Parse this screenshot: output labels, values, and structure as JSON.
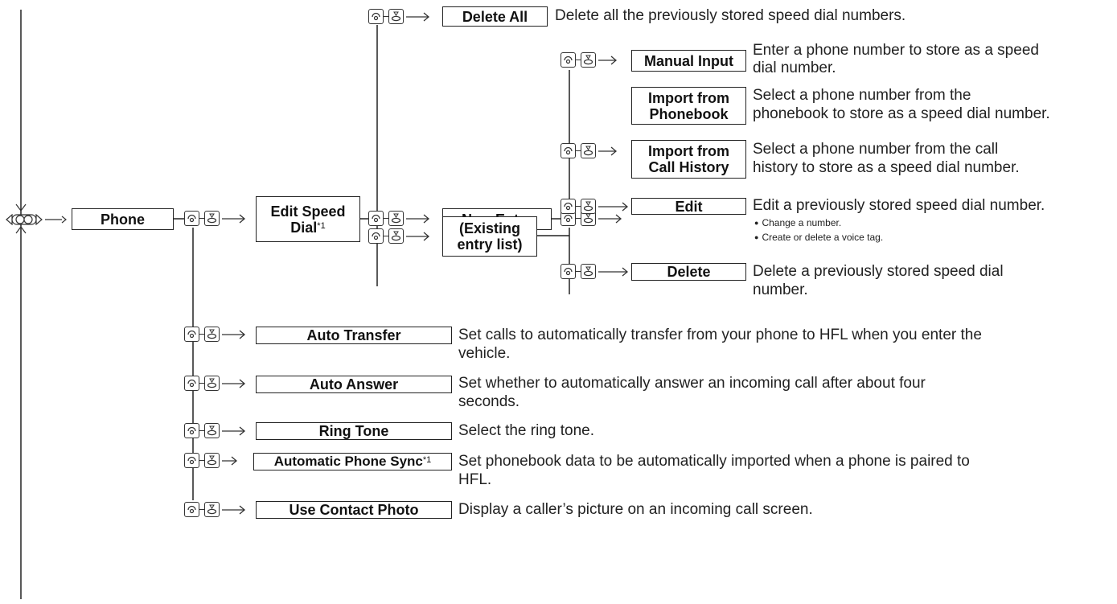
{
  "root": {
    "label": "Phone"
  },
  "edit_speed_dial": {
    "label": "Edit Speed Dial",
    "note": "*1"
  },
  "delete_all": {
    "label": "Delete All",
    "desc": "Delete all the previously stored speed dial numbers."
  },
  "new_entry": {
    "label": "New Entry"
  },
  "manual_input": {
    "label": "Manual Input",
    "desc_1": "Enter a phone number to store as a speed",
    "desc_2": "dial number."
  },
  "import_phonebook": {
    "label_1": "Import from",
    "label_2": "Phonebook",
    "desc_1": "Select a phone number from the",
    "desc_2": "phonebook to store as a speed dial number."
  },
  "import_history": {
    "label_1": "Import from",
    "label_2": "Call History",
    "desc_1": "Select a phone number from the call",
    "desc_2": "history to store as a speed dial number."
  },
  "existing_entry": {
    "label_1": "(Existing",
    "label_2": "entry list)"
  },
  "edit": {
    "label": "Edit",
    "desc": "Edit a previously stored speed dial number.",
    "bullets": [
      "Change a number.",
      "Create or delete a voice tag."
    ]
  },
  "delete": {
    "label": "Delete",
    "desc_1": "Delete a previously stored speed dial",
    "desc_2": "number."
  },
  "auto_transfer": {
    "label": "Auto Transfer",
    "desc_1": "Set calls to automatically transfer from your phone to HFL when you enter the",
    "desc_2": "vehicle."
  },
  "auto_answer": {
    "label": "Auto Answer",
    "desc_1": "Set whether to automatically answer an incoming call after about four",
    "desc_2": "seconds."
  },
  "ring_tone": {
    "label": "Ring Tone",
    "desc": "Select the ring tone."
  },
  "auto_phone_sync": {
    "label": "Automatic Phone Sync",
    "note": "*1",
    "desc_1": "Set phonebook data to be automatically imported when a phone is paired to",
    "desc_2": "HFL."
  },
  "use_contact_photo": {
    "label": "Use Contact Photo",
    "desc": "Display a caller’s picture on an incoming call screen."
  },
  "icons": {
    "rotate": "rotate-icon",
    "press": "press-icon",
    "arrow": "right-arrow-icon",
    "nav": "interface-dial-left-right-icon"
  }
}
